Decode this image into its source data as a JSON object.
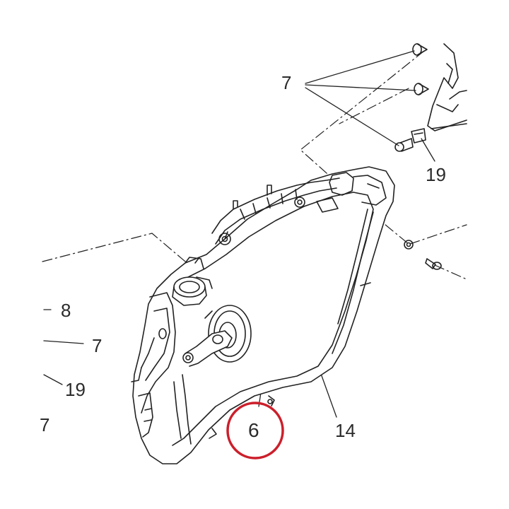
{
  "diagram": {
    "highlight_color": "#cc1f2b",
    "line_color": "#222222",
    "callouts": {
      "c7_top": "7",
      "c19_right": "19",
      "c8_left": "8",
      "c7_left": "7",
      "c19_left": "19",
      "c7_bottom_left": "7",
      "c14": "14",
      "c6_highlight": "6"
    },
    "parts": {
      "headlight_assembly": "headlight-housing",
      "bolt": "bolt",
      "washer": "washer",
      "clip": "clip"
    }
  }
}
